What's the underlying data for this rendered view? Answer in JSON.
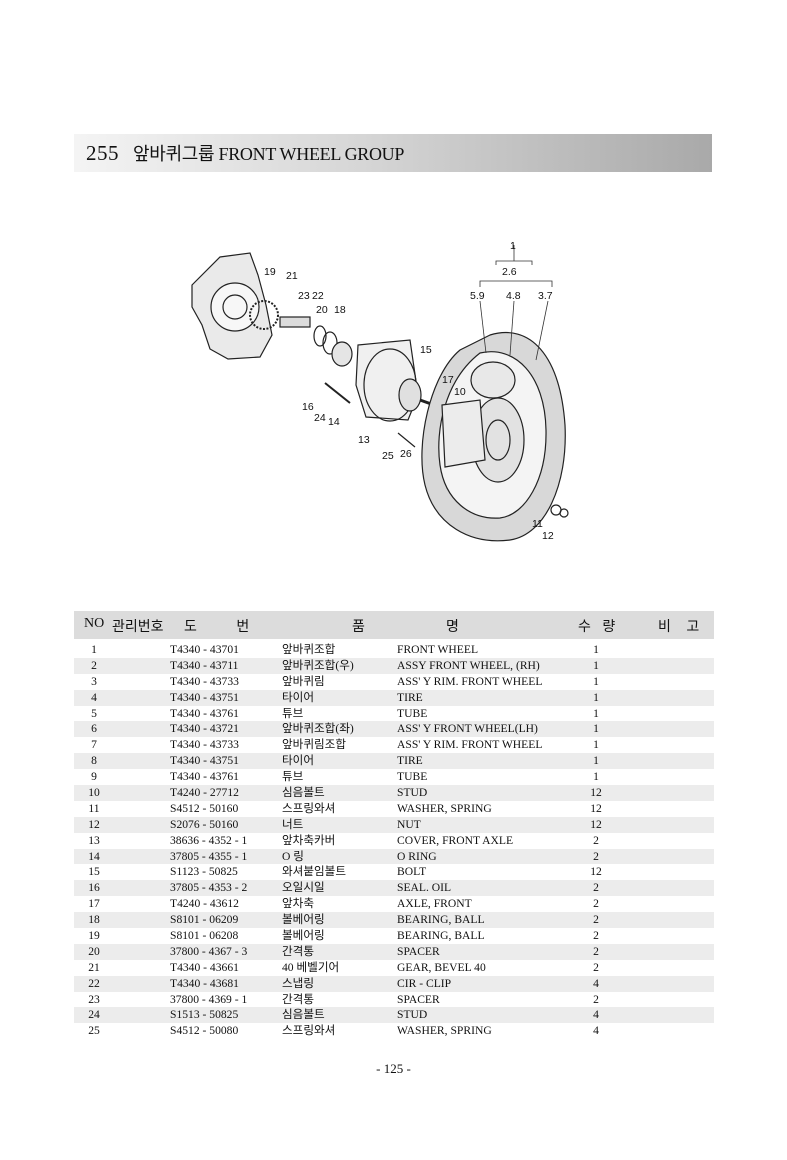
{
  "header": {
    "number": "255",
    "title": "앞바퀴그룹 FRONT WHEEL GROUP"
  },
  "diagram": {
    "callouts": [
      "1",
      "2.6",
      "5.9",
      "4.8",
      "3.7",
      "19",
      "21",
      "23",
      "22",
      "20",
      "18",
      "15",
      "17",
      "10",
      "16",
      "24",
      "14",
      "13",
      "25",
      "26",
      "11",
      "12"
    ]
  },
  "table": {
    "headers": {
      "no": "NO",
      "mgmt": "관리번호",
      "drawing": "도 번",
      "name_left": "품",
      "name_right": "명",
      "qty": "수 량",
      "remarks": "비 고"
    },
    "rows": [
      {
        "no": "1",
        "part": "T4340 - 43701",
        "kr": "앞바퀴조합",
        "en": "FRONT WHEEL",
        "qty": "1"
      },
      {
        "no": "2",
        "part": "T4340 - 43711",
        "kr": "앞바퀴조합(우)",
        "en": "ASSY FRONT WHEEL, (RH)",
        "qty": "1"
      },
      {
        "no": "3",
        "part": "T4340 - 43733",
        "kr": "앞바퀴림",
        "en": "ASS' Y RIM. FRONT WHEEL",
        "qty": "1"
      },
      {
        "no": "4",
        "part": "T4340 - 43751",
        "kr": "타이어",
        "en": "TIRE",
        "qty": "1"
      },
      {
        "no": "5",
        "part": "T4340 - 43761",
        "kr": "튜브",
        "en": "TUBE",
        "qty": "1"
      },
      {
        "no": "6",
        "part": "T4340 - 43721",
        "kr": "앞바퀴조합(좌)",
        "en": "ASS' Y FRONT WHEEL(LH)",
        "qty": "1"
      },
      {
        "no": "7",
        "part": "T4340 - 43733",
        "kr": "앞바퀴림조합",
        "en": "ASS' Y RIM. FRONT WHEEL",
        "qty": "1"
      },
      {
        "no": "8",
        "part": "T4340 - 43751",
        "kr": "타이어",
        "en": "TIRE",
        "qty": "1"
      },
      {
        "no": "9",
        "part": "T4340 - 43761",
        "kr": "튜브",
        "en": "TUBE",
        "qty": "1"
      },
      {
        "no": "10",
        "part": "T4240 - 27712",
        "kr": "심음볼트",
        "en": "STUD",
        "qty": "12"
      },
      {
        "no": "11",
        "part": "S4512 - 50160",
        "kr": "스프링와셔",
        "en": "WASHER, SPRING",
        "qty": "12"
      },
      {
        "no": "12",
        "part": "S2076 - 50160",
        "kr": "너트",
        "en": "NUT",
        "qty": "12"
      },
      {
        "no": "13",
        "part": "38636 - 4352 - 1",
        "kr": "앞차축카버",
        "en": "COVER, FRONT AXLE",
        "qty": "2"
      },
      {
        "no": "14",
        "part": "37805 - 4355 - 1",
        "kr": "O 링",
        "en": "O RING",
        "qty": "2"
      },
      {
        "no": "15",
        "part": "S1123 - 50825",
        "kr": "와셔붙임볼트",
        "en": "BOLT",
        "qty": "12"
      },
      {
        "no": "16",
        "part": "37805 - 4353 - 2",
        "kr": "오일시일",
        "en": "SEAL. OIL",
        "qty": "2"
      },
      {
        "no": "17",
        "part": "T4240 - 43612",
        "kr": "앞차축",
        "en": "AXLE, FRONT",
        "qty": "2"
      },
      {
        "no": "18",
        "part": "S8101 - 06209",
        "kr": "볼베어링",
        "en": "BEARING, BALL",
        "qty": "2"
      },
      {
        "no": "19",
        "part": "S8101 - 06208",
        "kr": "볼베어링",
        "en": "BEARING, BALL",
        "qty": "2"
      },
      {
        "no": "20",
        "part": "37800 - 4367 - 3",
        "kr": "간격통",
        "en": "SPACER",
        "qty": "2"
      },
      {
        "no": "21",
        "part": "T4340 - 43661",
        "kr": "40 베벨기어",
        "en": "GEAR, BEVEL 40",
        "qty": "2"
      },
      {
        "no": "22",
        "part": "T4340 - 43681",
        "kr": "스냅링",
        "en": "CIR - CLIP",
        "qty": "4"
      },
      {
        "no": "23",
        "part": "37800 - 4369 - 1",
        "kr": "간격통",
        "en": "SPACER",
        "qty": "2"
      },
      {
        "no": "24",
        "part": "S1513 - 50825",
        "kr": "심음볼트",
        "en": "STUD",
        "qty": "4"
      },
      {
        "no": "25",
        "part": "S4512 - 50080",
        "kr": "스프링와셔",
        "en": "WASHER, SPRING",
        "qty": "4"
      }
    ]
  },
  "footer": {
    "page": "- 125 -"
  }
}
